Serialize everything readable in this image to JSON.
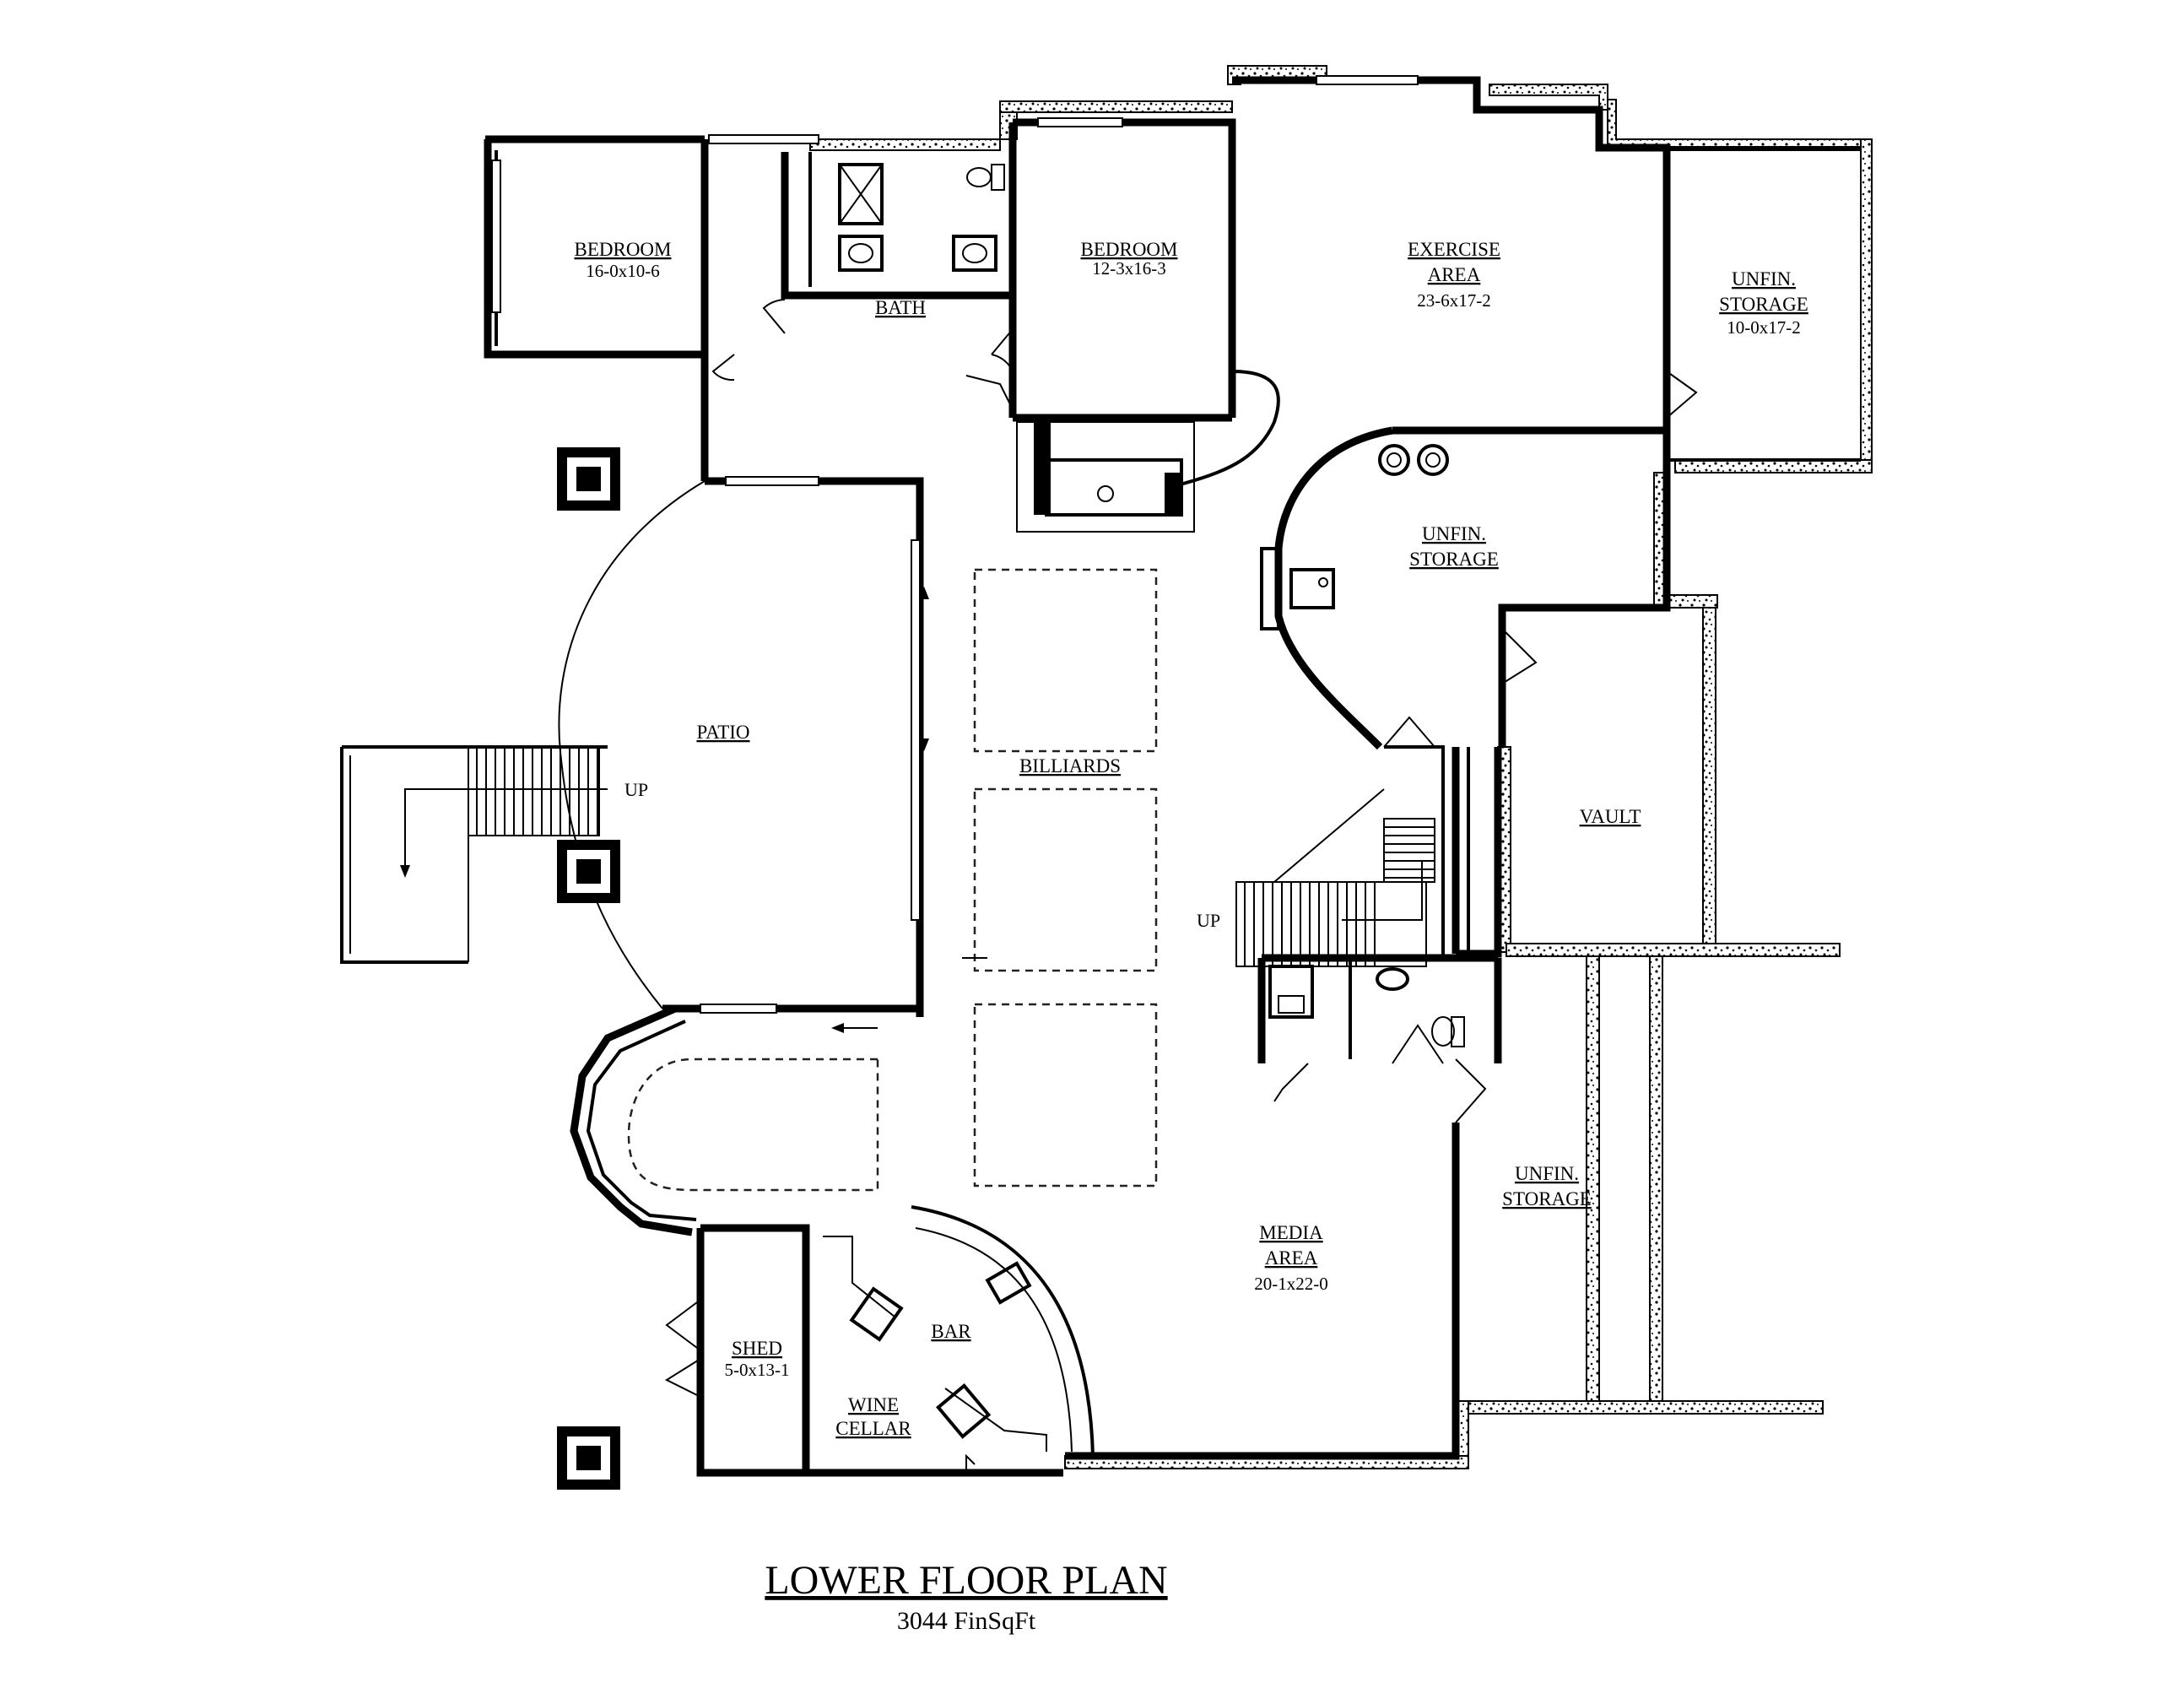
{
  "plan": {
    "title": "LOWER FLOOR PLAN",
    "subtitle": "3044 FinSqFt",
    "rooms": [
      {
        "label": "BEDROOM",
        "dim": "16-0x10-6"
      },
      {
        "label": "BATH",
        "dim": ""
      },
      {
        "label": "BEDROOM",
        "dim": "12-3x16-3"
      },
      {
        "label": "EXERCISE",
        "label2": "AREA",
        "dim": "23-6x17-2"
      },
      {
        "label": "UNFIN.",
        "label2": "STORAGE",
        "dim": "10-0x17-2"
      },
      {
        "label": "UNFIN.",
        "label2": "STORAGE",
        "dim": ""
      },
      {
        "label": "PATIO",
        "dim": ""
      },
      {
        "label": "BILLIARDS",
        "dim": ""
      },
      {
        "label": "VAULT",
        "dim": ""
      },
      {
        "label": "UNFIN.",
        "label2": "STORAGE",
        "dim": ""
      },
      {
        "label": "MEDIA",
        "label2": "AREA",
        "dim": "20-1x22-0"
      },
      {
        "label": "BAR",
        "dim": ""
      },
      {
        "label": "SHED",
        "dim": "5-0x13-1"
      },
      {
        "label": "WINE",
        "label2": "CELLAR",
        "dim": ""
      }
    ],
    "stair_notes": {
      "left": "UP",
      "right": "UP"
    }
  }
}
